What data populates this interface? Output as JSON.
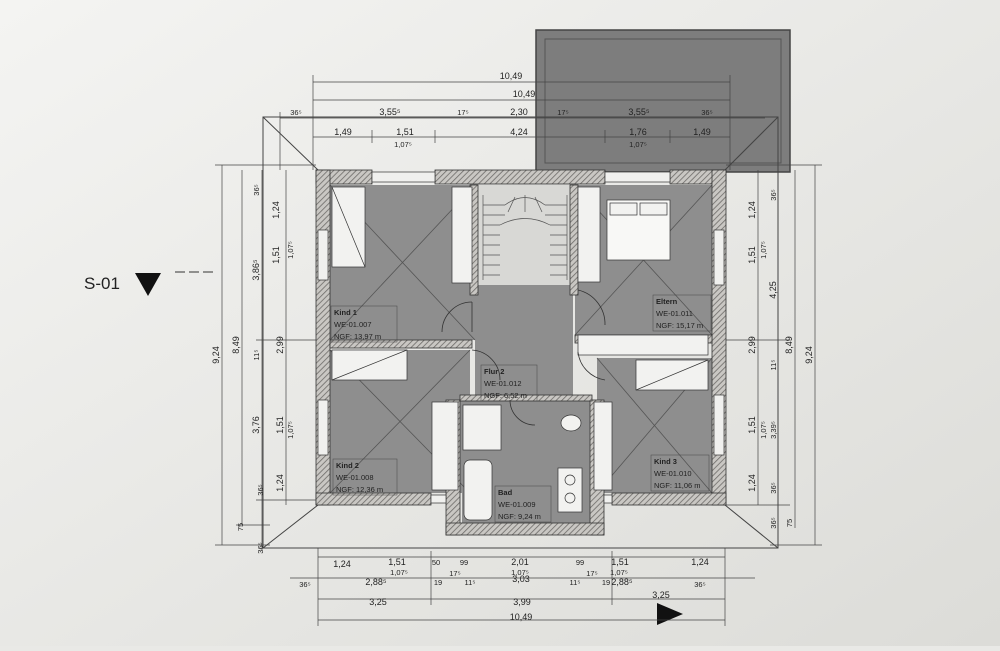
{
  "section_marker": {
    "label": "S-01"
  },
  "rooms": [
    {
      "name": "Kind 1",
      "id": "WE-01.007",
      "area": "NGF: 13,97 m"
    },
    {
      "name": "Eltern",
      "id": "WE-01.011",
      "area": "NGF: 15,17 m"
    },
    {
      "name": "Flur 2",
      "id": "WE-01.012",
      "area": "NGF: 6,52 m"
    },
    {
      "name": "Kind 2",
      "id": "WE-01.008",
      "area": "NGF: 12,36 m"
    },
    {
      "name": "Kind 3",
      "id": "WE-01.010",
      "area": "NGF: 11,06 m"
    },
    {
      "name": "Bad",
      "id": "WE-01.009",
      "area": "NGF: 9,24 m"
    }
  ],
  "dims_top": {
    "overall_1": "10,49",
    "overall_2": "10,49",
    "r3": [
      "36⁵",
      "3,55⁵",
      "17⁵",
      "2,30",
      "17⁵",
      "3,55⁵",
      "36⁵"
    ],
    "r4": [
      "1,49",
      "1,51",
      "4,24",
      "1,76",
      "1,49"
    ],
    "r4_sub": [
      "1,07⁵",
      "1,07⁵"
    ]
  },
  "dims_bottom": {
    "r1": [
      "1,24",
      "1,51",
      "50",
      "99",
      "2,01",
      "99",
      "1,51",
      "1,24"
    ],
    "r1_sub": [
      "1,07⁵",
      "1,07⁵",
      "1,07⁵"
    ],
    "r2": [
      "36⁵",
      "2,88⁵",
      "19",
      "17⁵",
      "11⁵",
      "3,03",
      "11⁵",
      "17⁵",
      "19",
      "2,88⁵",
      "36⁵"
    ],
    "r3": [
      "3,25",
      "3,99",
      "3,25"
    ],
    "overall": "10,49"
  },
  "dims_left": {
    "overall": "9,24",
    "r2": "8,49",
    "segments": [
      "36⁵",
      "1,24",
      "1,51",
      "3,86⁵",
      "2,99",
      "11⁵",
      "3,76",
      "1,51",
      "1,24",
      "36⁵",
      "75",
      "36⁵"
    ],
    "subs": [
      "1,07⁵",
      "1,07⁵"
    ]
  },
  "dims_right": {
    "overall": "9,24",
    "r2": "8,49",
    "segments": [
      "36⁵",
      "1,24",
      "1,51",
      "4,25",
      "2,99",
      "11⁵",
      "1,51",
      "3,39⁵",
      "1,24",
      "36⁵",
      "75",
      "36⁵"
    ],
    "subs": [
      "1,07⁵",
      "1,07⁵"
    ]
  },
  "colors": {
    "wall_hatch": "#a8a6a2",
    "room_fill": "#8e8e8e",
    "background": "#e9e9e6",
    "balcony": "#7d7d7d"
  }
}
